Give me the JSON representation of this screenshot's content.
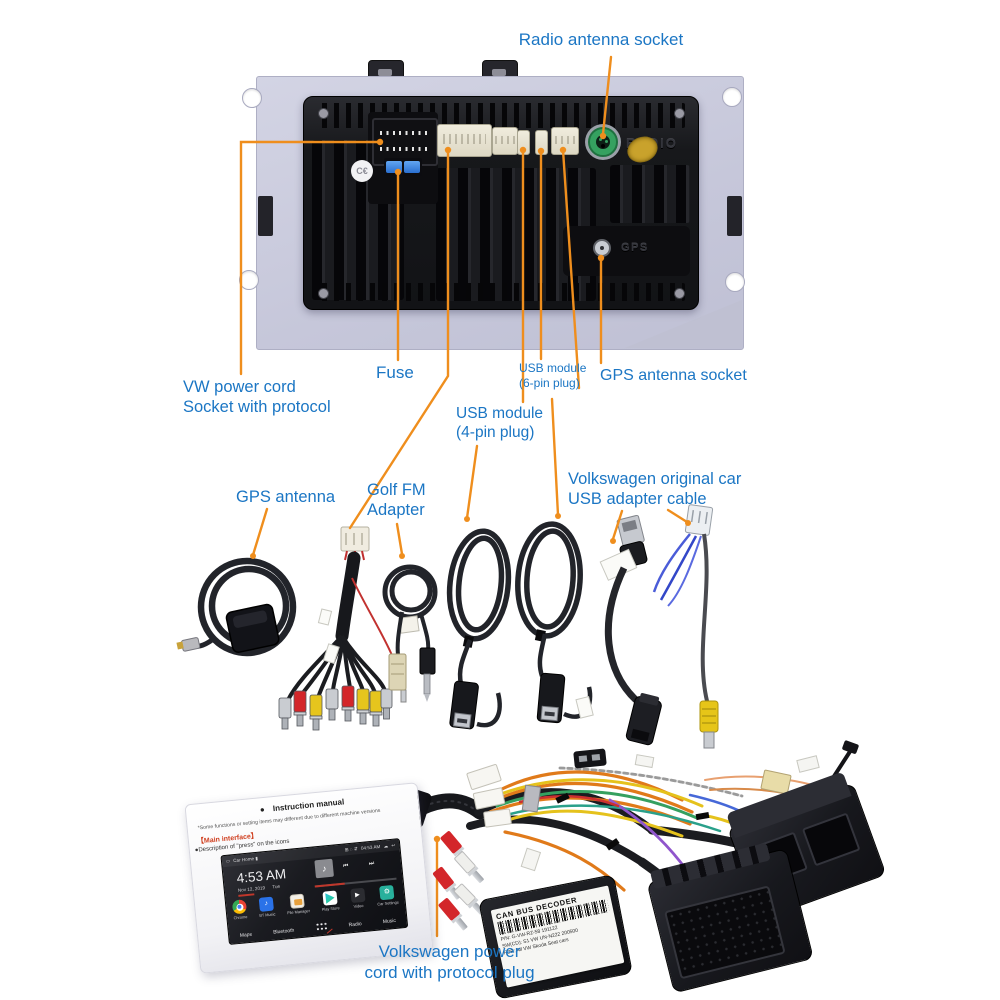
{
  "colors": {
    "label_blue": "#1b76c4",
    "callout_orange": "#ef8e1d",
    "plate_gray": "#cbccdf",
    "unit_black": "#17181b",
    "connector_beige": "#eae6d7",
    "radio_socket_green": "#35a160",
    "qc_sticker_gold": "#c9a22c",
    "fuse_blue": "#2f7fe8",
    "rca_red": "#d3262a",
    "rca_yellow": "#e6c51d",
    "wire_orange": "#e07a1a",
    "screen_accent_red": "#c0372b"
  },
  "labels": {
    "radio_antenna_socket": "Radio antenna socket",
    "vw_power_cord": [
      "VW power cord",
      "Socket with protocol"
    ],
    "fuse": "Fuse",
    "usb_module_6pin": [
      "USB module",
      "(6-pin plug)"
    ],
    "gps_antenna_socket": "GPS antenna socket",
    "usb_module_4pin": [
      "USB module",
      "(4-pin plug)"
    ],
    "gps_antenna": "GPS antenna",
    "golf_fm_adapter": [
      "Golf FM",
      "Adapter"
    ],
    "vw_usb_cable": [
      "Volkswagen original car",
      "USB adapter cable"
    ],
    "vw_power_plug": [
      "Volkswagen power",
      "cord with protocol plug"
    ]
  },
  "unit_markings": {
    "radio": "RADIO",
    "gps": "GPS",
    "ce": "C€"
  },
  "decoder_label": {
    "title": "CAN BUS DECODER",
    "line1": "P/N: G-VW-RZ-58  191122",
    "line2": "SW(CD): S1 VW UN-N222  200500",
    "line3": "FOR: All VW Skoda Seat cars"
  },
  "tablet": {
    "manual_bullet": "●",
    "manual_title": "Instruction manual",
    "manual_note": "*Some functions or setting items may different due to different machine versions",
    "main_interface": "【Main interface】",
    "press_note": "●Description of \"press\" on the icons",
    "screen": {
      "home_label": "Car Home",
      "status_time": "04:53 AM",
      "clock": "4:53 AM",
      "date": "Nov 12, 2019",
      "day": "Tue",
      "apps": [
        {
          "name": "Chrome"
        },
        {
          "name": "BT Music"
        },
        {
          "name": "File Manager"
        },
        {
          "name": "Play Store"
        },
        {
          "name": "Video"
        },
        {
          "name": "Car Settings"
        }
      ],
      "dock": [
        "Maps",
        "Bluetooth",
        "Radio",
        "Music"
      ]
    }
  },
  "icons": {
    "oval": "⬭",
    "battery": "▮",
    "status_cluster": "⊞ ◌ ⇵",
    "cloud": "☁",
    "back": "↩",
    "music_note": "♪",
    "prev": "⏮",
    "next": "⏭",
    "play": "▶",
    "gear": "⚙"
  }
}
